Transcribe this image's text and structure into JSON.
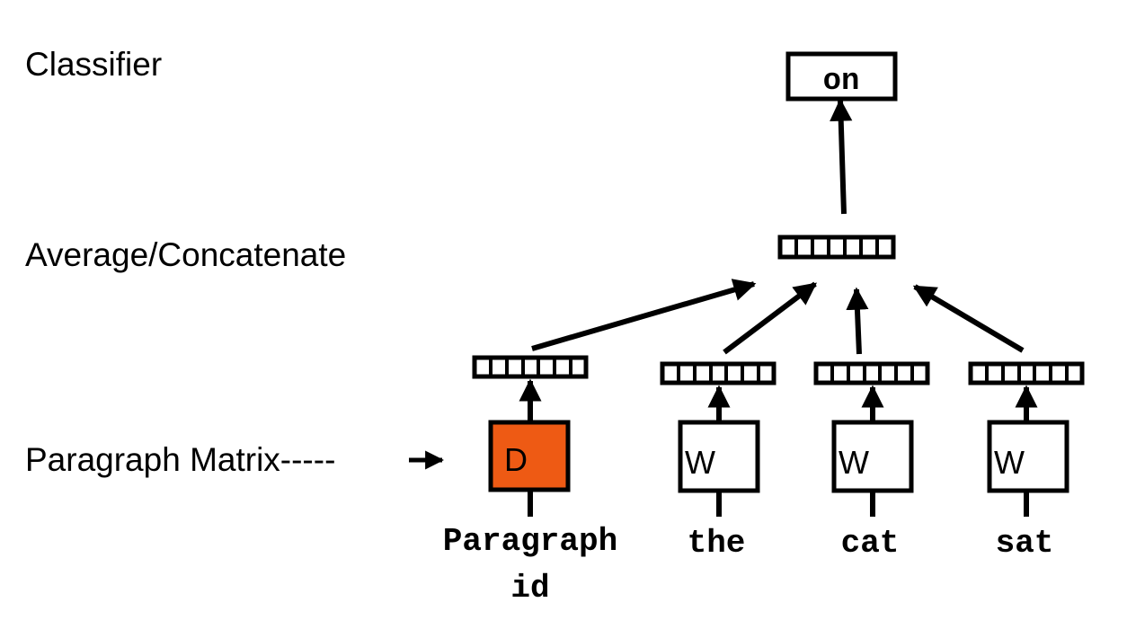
{
  "layers": {
    "classifier": "Classifier",
    "combine": "Average/Concatenate",
    "matrix": "Paragraph Matrix-----"
  },
  "output_word": "on",
  "inputs": [
    {
      "box_letter": "D",
      "token_lines": [
        "Paragraph",
        "id"
      ],
      "box_fill": "#ee5a14"
    },
    {
      "box_letter": "W",
      "token_lines": [
        "the"
      ],
      "box_fill": "#ffffff"
    },
    {
      "box_letter": "W",
      "token_lines": [
        "cat"
      ],
      "box_fill": "#ffffff"
    },
    {
      "box_letter": "W",
      "token_lines": [
        "sat"
      ],
      "box_fill": "#ffffff"
    }
  ],
  "colors": {
    "stroke": "#000000",
    "paragraph_matrix": "#ee5a14"
  }
}
